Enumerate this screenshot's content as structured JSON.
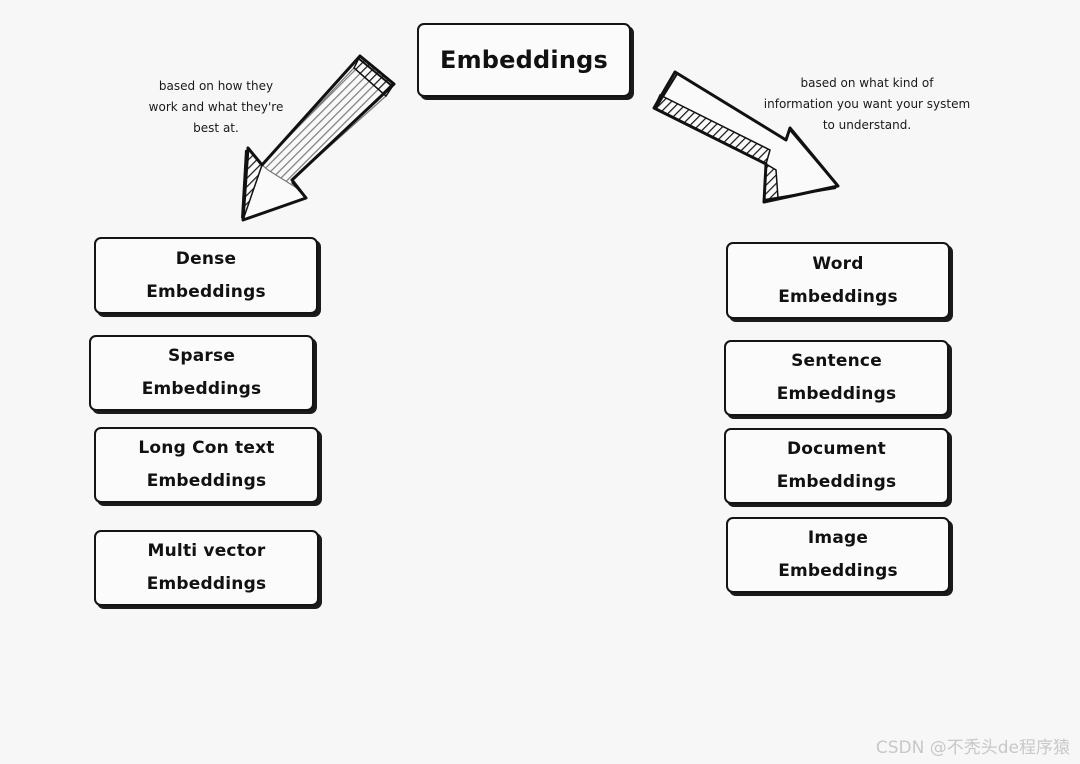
{
  "root": {
    "label": "Embeddings"
  },
  "annotations": {
    "left": [
      "based on how they",
      "work and what they're",
      "best at."
    ],
    "right": [
      "based on what kind of",
      "information you want your system",
      "to understand."
    ]
  },
  "left_branch": {
    "items": [
      {
        "line1": "Dense",
        "line2": "Embeddings"
      },
      {
        "line1": "Sparse",
        "line2": "Embeddings"
      },
      {
        "line1": "Long Con text",
        "line2": "Embeddings"
      },
      {
        "line1": "Multi vector",
        "line2": "Embeddings"
      }
    ]
  },
  "right_branch": {
    "items": [
      {
        "line1": "Word",
        "line2": "Embeddings"
      },
      {
        "line1": "Sentence",
        "line2": "Embeddings"
      },
      {
        "line1": "Document",
        "line2": "Embeddings"
      },
      {
        "line1": "Image",
        "line2": "Embeddings"
      }
    ]
  },
  "watermark": "CSDN @不秃头de程序猿"
}
